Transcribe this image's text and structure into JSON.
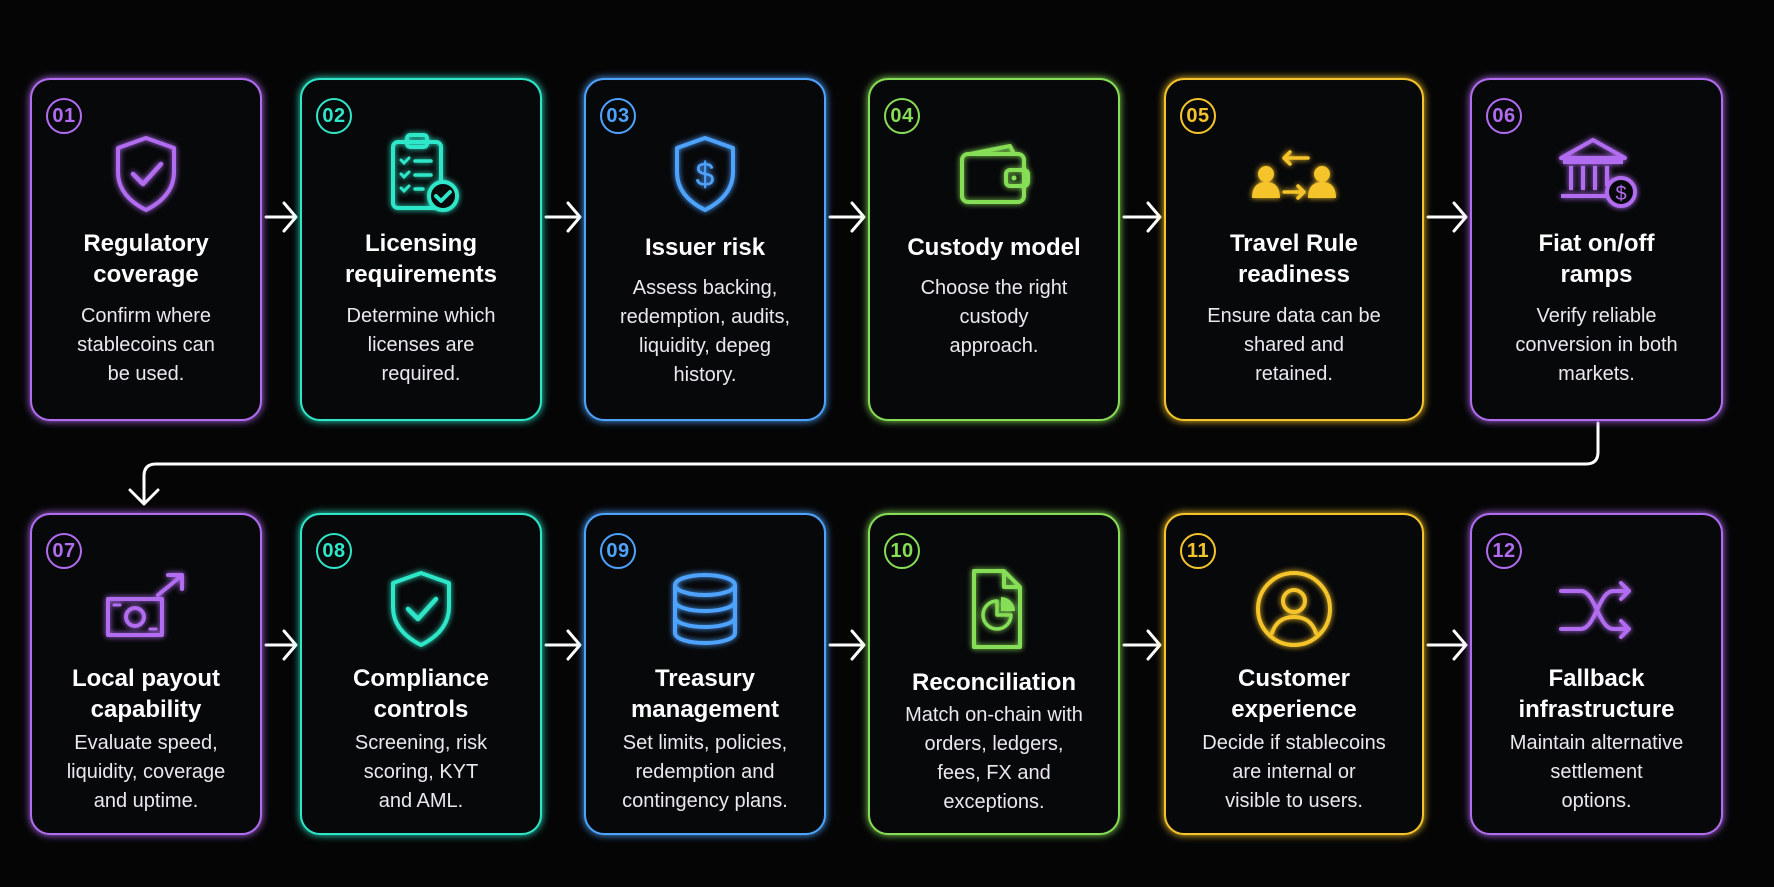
{
  "colors": {
    "purple": "#b16cf0",
    "teal": "#2ee6c8",
    "blue": "#4ea3ff",
    "green": "#86dd56",
    "yellow": "#f5c42a",
    "connector": "#ffffff"
  },
  "steps": [
    {
      "number": "01",
      "title_1": "Regulatory",
      "title_2": "coverage",
      "desc_1": "Confirm where",
      "desc_2": "stablecoins can",
      "desc_3": "be used.",
      "icon": "shield-check-icon",
      "color": "#b16cf0"
    },
    {
      "number": "02",
      "title_1": "Licensing",
      "title_2": "requirements",
      "desc_1": "Determine which",
      "desc_2": "licenses are",
      "desc_3": "required.",
      "icon": "clipboard-checklist-icon",
      "color": "#2ee6c8"
    },
    {
      "number": "03",
      "title_1": "Issuer risk",
      "title_2": "",
      "desc_1": "Assess backing,",
      "desc_2": "redemption, audits,",
      "desc_3": "liquidity, depeg",
      "desc_4": "history.",
      "icon": "shield-dollar-icon",
      "color": "#4ea3ff"
    },
    {
      "number": "04",
      "title_1": "Custody model",
      "title_2": "",
      "desc_1": "Choose the right",
      "desc_2": "custody",
      "desc_3": "approach.",
      "icon": "wallet-icon",
      "color": "#86dd56"
    },
    {
      "number": "05",
      "title_1": "Travel Rule",
      "title_2": "readiness",
      "desc_1": "Ensure data can be",
      "desc_2": "shared and",
      "desc_3": "retained.",
      "icon": "users-exchange-icon",
      "color": "#f5c42a"
    },
    {
      "number": "06",
      "title_1": "Fiat on/off",
      "title_2": "ramps",
      "desc_1": "Verify reliable",
      "desc_2": "conversion in both",
      "desc_3": "markets.",
      "icon": "bank-dollar-icon",
      "color": "#b16cf0"
    },
    {
      "number": "07",
      "title_1": "Local payout",
      "title_2": "capability",
      "desc_1": "Evaluate speed,",
      "desc_2": "liquidity, coverage",
      "desc_3": "and uptime.",
      "icon": "cash-send-icon",
      "color": "#b16cf0"
    },
    {
      "number": "08",
      "title_1": "Compliance",
      "title_2": "controls",
      "desc_1": "Screening, risk",
      "desc_2": "scoring, KYT",
      "desc_3": "and AML.",
      "icon": "shield-check-icon",
      "color": "#2ee6c8"
    },
    {
      "number": "09",
      "title_1": "Treasury",
      "title_2": "management",
      "desc_1": "Set limits, policies,",
      "desc_2": "redemption and",
      "desc_3": "contingency plans.",
      "icon": "database-icon",
      "color": "#4ea3ff"
    },
    {
      "number": "10",
      "title_1": "Reconciliation",
      "title_2": "",
      "desc_1": "Match on-chain with",
      "desc_2": "orders, ledgers,",
      "desc_3": "fees, FX and",
      "desc_4": "exceptions.",
      "icon": "document-chart-icon",
      "color": "#86dd56"
    },
    {
      "number": "11",
      "title_1": "Customer",
      "title_2": "experience",
      "desc_1": "Decide if stablecoins",
      "desc_2": "are internal or",
      "desc_3": "visible to users.",
      "icon": "user-circle-icon",
      "color": "#f5c42a"
    },
    {
      "number": "12",
      "title_1": "Fallback",
      "title_2": "infrastructure",
      "desc_1": "Maintain alternative",
      "desc_2": "settlement",
      "desc_3": "options.",
      "icon": "shuffle-icon",
      "color": "#b16cf0"
    }
  ]
}
